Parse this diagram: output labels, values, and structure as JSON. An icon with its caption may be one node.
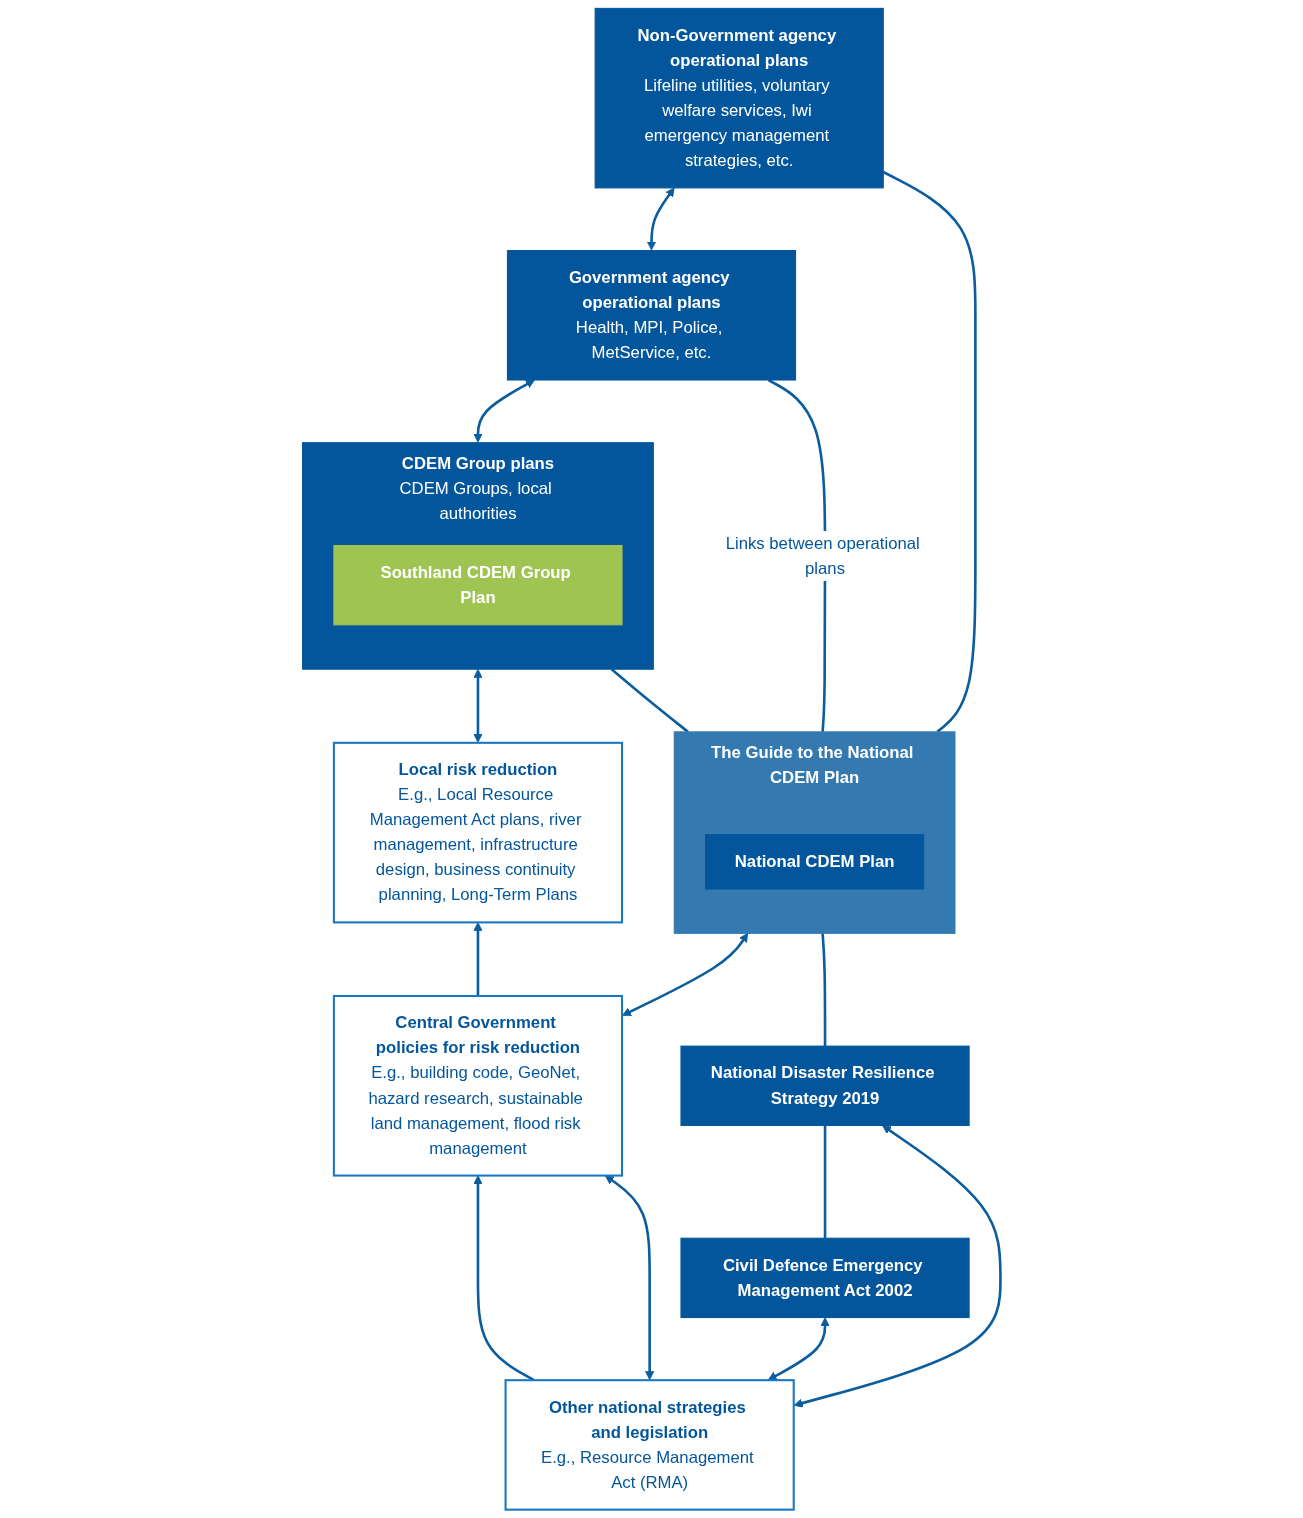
{
  "diagram": {
    "nodes": [
      {
        "text": [
          "Local risk reduction",
          "E.g., Local Resource Management Act plans, river management, infrastructure design, business continuity planning, Long-Term Plans"
        ]
      },
      {
        "text": [
          "CDEM Group plans",
          "CDEM Groups, local authorities"
        ]
      },
      {
        "text": [
          "Southland CDEM Group Plan"
        ],
        "in": 1
      },
      {
        "text": [
          "Government agency operational plans",
          "Health, MPI, Police, MetService, etc."
        ]
      },
      {
        "text": [
          "Non-Government agency operational plans",
          "Lifeline utilities, voluntary welfare services, Iwi emergency management strategies, etc."
        ]
      },
      {
        "text": [
          "Central Government policies for risk reduction",
          "E.g., building code, GeoNet, hazard research, sustainable land management, flood risk management"
        ]
      },
      {
        "text": [
          "The Guide to the National CDEM Plan"
        ]
      },
      {
        "text": [
          "National CDEM Plan"
        ],
        "in": 6
      },
      {
        "text": [
          "National Disaster Resilience Strategy 2019"
        ]
      },
      {
        "text": [
          "Civil Defence Emergency Management Act 2002"
        ]
      },
      {
        "text": [
          "Other national strategies and legislation",
          "E.g., Resource Management Act (RMA)"
        ]
      }
    ],
    "edges": [
      {
        "from": 0,
        "to": 1,
        "arrow": "both"
      },
      {
        "from": 1,
        "to": 3,
        "arrow": "both"
      },
      {
        "from": 3,
        "to": 4,
        "arrow": "both"
      },
      {
        "from": 6,
        "to": 1,
        "arrow": "none"
      },
      {
        "from": 6,
        "to": 3,
        "arrow": "none",
        "label": "Links between operational plans"
      },
      {
        "from": 6,
        "to": 4,
        "arrow": "none"
      },
      {
        "from": 5,
        "to": 0,
        "arrow": "to"
      },
      {
        "from": 5,
        "to": 6,
        "arrow": "both"
      },
      {
        "from": 10,
        "to": 5,
        "arrow": "to"
      },
      {
        "from": 10,
        "to": 5,
        "arrow": "both"
      },
      {
        "from": 8,
        "to": 6,
        "arrow": "none"
      },
      {
        "from": 9,
        "to": 8,
        "arrow": "none"
      },
      {
        "from": 10,
        "to": 8,
        "arrow": "both"
      },
      {
        "from": 10,
        "to": 9,
        "arrow": "both"
      }
    ]
  }
}
